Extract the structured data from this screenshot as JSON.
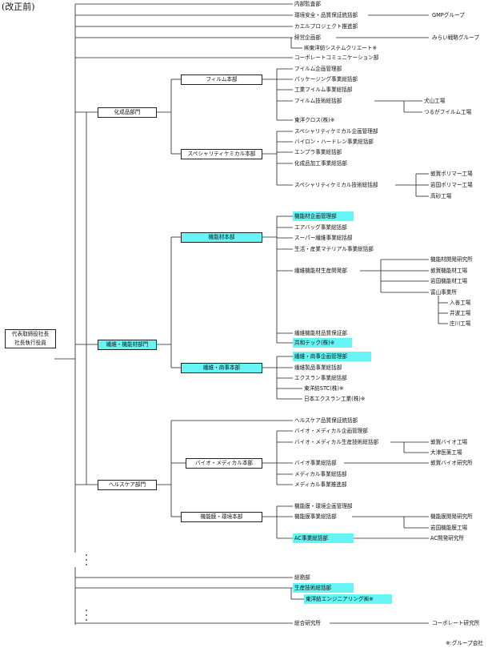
{
  "title": "(改正前)",
  "ceo": {
    "line1": "代表取締役社長",
    "line2": "社長執行役員"
  },
  "footnote": "※:グループ会社",
  "top_units": {
    "internal_audit": "内部監査部",
    "env_quality": "環境安全・品質保証統括部",
    "gmp_group": "GMPグループ",
    "kaeru_project": "カエルプロジェクト推進部",
    "mgmt_planning": "経営企画部",
    "mirai_group": "みらい戦略グループ",
    "toyo_system": "㈱東洋紡システムクリエート※",
    "corp_comm": "コーポレートコミュニケーション部"
  },
  "chemical": {
    "division": "化成品部門",
    "film_hq": "フィルム本部",
    "film_units": [
      "フイルム企画管理部",
      "パッケージング事業総括部",
      "工業フイルム事業総括部",
      "フイルム技術総括部"
    ],
    "film_plants": [
      "犬山工場",
      "つるがフイルム工場"
    ],
    "toyo_cloth": "東洋クロス(株)※",
    "specialty_hq": "スペシャリティケミカル本部",
    "specialty_units": [
      "スペシャリティケミカル企画管理部",
      "バイロン・ハードレン事業総括部",
      "エンプラ事業総括部",
      "化成品加工事業総括部",
      "スペシャリティケミカル技術総括部"
    ],
    "specialty_plants": [
      "敦賀ポリマー工場",
      "岩国ポリマー工場",
      "高砂工場"
    ]
  },
  "fiber": {
    "division": "繊維・機能材部門",
    "functional_hq": "機能材本部",
    "functional_planning": "機能材企画管理部",
    "functional_units": [
      "エアバッグ事業総括部",
      "スーパー繊維事業総括部",
      "生活・産業マテリアル事業総括部"
    ],
    "fiber_dev": "繊維機能材生産開発部",
    "fiber_sites": [
      "機能材開発研究所",
      "敦賀機能材工場",
      "岩国機能材工場",
      "富山事業所"
    ],
    "toyama_plants": [
      "入善工場",
      "井波工場",
      "庄川工場"
    ],
    "quality": "繊維機能材品質保証部",
    "kyowa": "共和テック(株)※",
    "trading_hq": "繊維・商事本部",
    "trading_planning": "繊維・商事企画管理部",
    "trading_units": [
      "繊維製品事業総括部",
      "エクスラン事業総括部"
    ],
    "trading_companies": [
      "東洋紡STC(株)※",
      "日本エクスラン工業(株)※"
    ]
  },
  "healthcare": {
    "division": "ヘルスケア部門",
    "hc_quality": "ヘルスケア品質保証統括部",
    "bio_hq": "バイオ・メディカル本部",
    "bio_units": [
      "バイオ・メディカル企画管理部",
      "バイオ・メディカル生産技術総括部"
    ],
    "bio_plants": [
      "敦賀バイオ工場",
      "大津医薬工場"
    ],
    "bio_business": "バイオ事業総括部",
    "bio_lab": "敦賀バイオ研究所",
    "bio_other": [
      "メディカル事業総括部",
      "メディカル事業推進部"
    ],
    "membrane_hq": "機能膜・環境本部",
    "membrane_planning": "機能膜・環境企画管理部",
    "membrane_business": "機能膜事業総括部",
    "membrane_sites": [
      "機能膜開発研究所",
      "岩国機能膜工場"
    ],
    "ac_business": "AC事業総括部",
    "ac_lab": "AC開発研究所"
  },
  "bottom_units": {
    "general_affairs": "総務部",
    "production_tech": "生産技術総括部",
    "toyo_engineering": "東洋紡エンジニアリング㈱※",
    "research": "総合研究所",
    "corp_lab": "コーポレート研究所"
  }
}
